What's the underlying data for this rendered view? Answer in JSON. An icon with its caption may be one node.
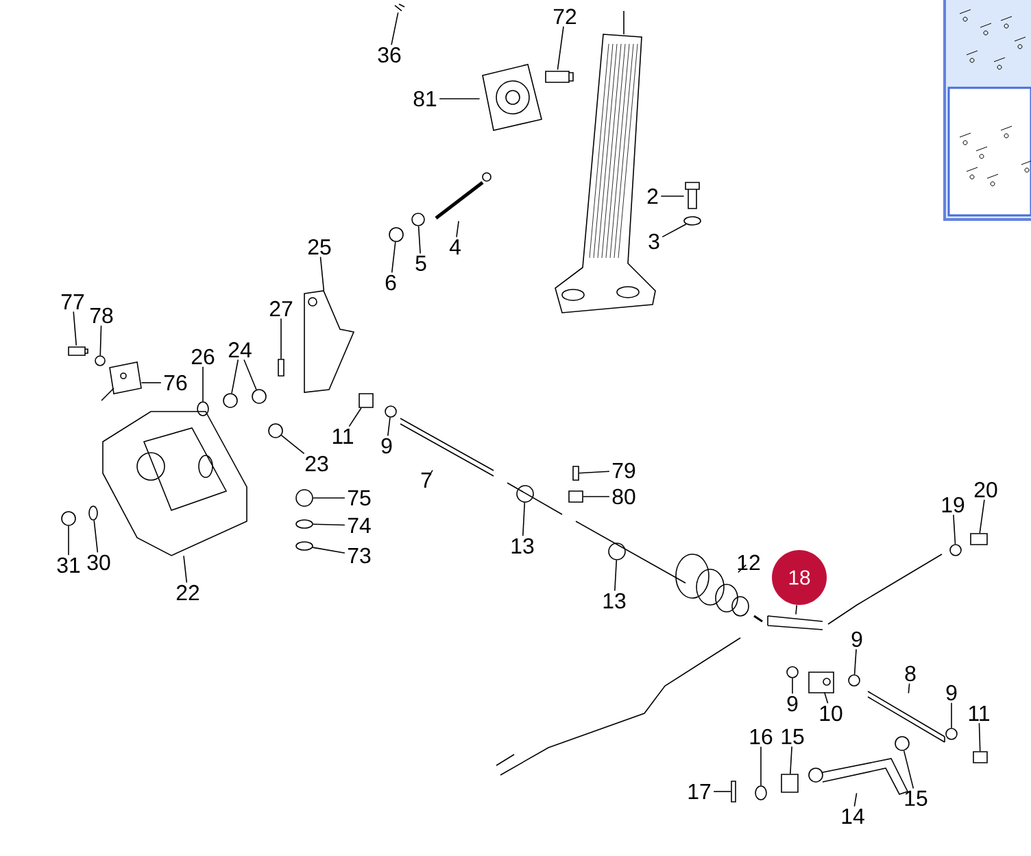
{
  "diagram": {
    "nodes": [
      {
        "text": [
          "72"
        ]
      },
      {
        "text": [
          "36"
        ]
      },
      {
        "text": [
          "81"
        ]
      },
      {
        "text": [
          "2"
        ]
      },
      {
        "text": [
          "3"
        ]
      },
      {
        "text": [
          "4"
        ]
      },
      {
        "text": [
          "25"
        ]
      },
      {
        "text": [
          "5"
        ]
      },
      {
        "text": [
          "6"
        ]
      },
      {
        "text": [
          "77"
        ]
      },
      {
        "text": [
          "27"
        ]
      },
      {
        "text": [
          "78"
        ]
      },
      {
        "text": [
          "24"
        ]
      },
      {
        "text": [
          "26"
        ]
      },
      {
        "text": [
          "76"
        ]
      },
      {
        "text": [
          "11"
        ]
      },
      {
        "text": [
          "9"
        ]
      },
      {
        "text": [
          "23"
        ]
      },
      {
        "text": [
          "79"
        ]
      },
      {
        "text": [
          "7"
        ]
      },
      {
        "text": [
          "20"
        ]
      },
      {
        "text": [
          "75"
        ]
      },
      {
        "text": [
          "80"
        ]
      },
      {
        "text": [
          "19"
        ]
      },
      {
        "text": [
          "74"
        ]
      },
      {
        "text": [
          "13"
        ]
      },
      {
        "text": [
          "73"
        ]
      },
      {
        "text": [
          "31"
        ]
      },
      {
        "text": [
          "30"
        ]
      },
      {
        "text": [
          "12"
        ]
      },
      {
        "text": [
          "18"
        ]
      },
      {
        "text": [
          "22"
        ]
      },
      {
        "text": [
          "13"
        ]
      },
      {
        "text": [
          "9"
        ]
      },
      {
        "text": [
          "8"
        ]
      },
      {
        "text": [
          "9"
        ]
      },
      {
        "text": [
          "9"
        ]
      },
      {
        "text": [
          "10"
        ]
      },
      {
        "text": [
          "11"
        ]
      },
      {
        "text": [
          "16"
        ]
      },
      {
        "text": [
          "15"
        ]
      },
      {
        "text": [
          "17"
        ]
      },
      {
        "text": [
          "15"
        ]
      },
      {
        "text": [
          "14"
        ]
      },
      {
        "text": [],
        "shape": "picture"
      },
      {
        "text": [],
        "shape": "picture"
      },
      {
        "text": [],
        "shape": "picture"
      },
      {
        "text": [],
        "shape": "picture"
      },
      {
        "text": [],
        "shape": "circle"
      },
      {
        "text": [],
        "shape": "picture"
      },
      {
        "text": [],
        "shape": "picture"
      },
      {
        "text": [],
        "shape": "circle"
      },
      {
        "text": [],
        "shape": "circle"
      },
      {
        "text": [],
        "shape": "picture"
      },
      {
        "text": [],
        "shape": "box"
      },
      {
        "text": [],
        "shape": "circle"
      },
      {
        "text": [],
        "shape": "circle"
      },
      {
        "text": [],
        "shape": "circle"
      },
      {
        "text": [],
        "shape": "circle"
      },
      {
        "text": [],
        "shape": "picture"
      },
      {
        "text": [],
        "shape": "box"
      },
      {
        "text": [],
        "shape": "circle"
      },
      {
        "text": [],
        "shape": "circle"
      },
      {
        "text": [],
        "shape": "box"
      },
      {
        "text": [],
        "shape": "picture"
      },
      {
        "text": [],
        "shape": "box"
      },
      {
        "text": [],
        "shape": "circle"
      },
      {
        "text": [],
        "shape": "box"
      },
      {
        "text": [],
        "shape": "circle"
      },
      {
        "text": [],
        "shape": "circle"
      },
      {
        "text": [],
        "shape": "circle"
      },
      {
        "text": [],
        "shape": "circle"
      },
      {
        "text": [],
        "shape": "circle"
      },
      {
        "text": [],
        "shape": "circle"
      },
      {
        "text": [],
        "shape": "picture"
      },
      {
        "text": [],
        "shape": "picture"
      },
      {
        "text": [],
        "shape": "picture"
      },
      {
        "text": [],
        "shape": "circle"
      },
      {
        "text": [],
        "shape": "circle"
      },
      {
        "text": [],
        "shape": "picture"
      },
      {
        "text": [],
        "shape": "circle"
      },
      {
        "text": [],
        "shape": "circle"
      },
      {
        "text": [],
        "shape": "picture"
      },
      {
        "text": [],
        "shape": "box"
      },
      {
        "text": [],
        "shape": "circle"
      },
      {
        "text": [],
        "shape": "box"
      },
      {
        "text": [],
        "shape": "box"
      },
      {
        "text": [],
        "shape": "circle"
      },
      {
        "text": [],
        "shape": "picture"
      }
    ],
    "edges": [
      {
        "from": 0,
        "to": 44,
        "arrow": "none"
      },
      {
        "from": 1,
        "to": 45,
        "arrow": "none"
      },
      {
        "from": 2,
        "to": 46,
        "arrow": "none"
      },
      {
        "from": 3,
        "to": 47,
        "arrow": "none"
      },
      {
        "from": 4,
        "to": 48,
        "arrow": "none"
      },
      {
        "from": 5,
        "to": 49,
        "arrow": "none"
      },
      {
        "from": 6,
        "to": 50,
        "arrow": "none"
      },
      {
        "from": 7,
        "to": 51,
        "arrow": "none"
      },
      {
        "from": 8,
        "to": 52,
        "arrow": "none"
      },
      {
        "from": 9,
        "to": 53,
        "arrow": "none"
      },
      {
        "from": 10,
        "to": 54,
        "arrow": "none"
      },
      {
        "from": 11,
        "to": 55,
        "arrow": "none"
      },
      {
        "from": 12,
        "to": 56,
        "arrow": "none"
      },
      {
        "from": 12,
        "to": 57,
        "arrow": "none"
      },
      {
        "from": 13,
        "to": 58,
        "arrow": "none"
      },
      {
        "from": 14,
        "to": 59,
        "arrow": "none"
      },
      {
        "from": 15,
        "to": 60,
        "arrow": "none"
      },
      {
        "from": 16,
        "to": 61,
        "arrow": "none"
      },
      {
        "from": 17,
        "to": 62,
        "arrow": "none"
      },
      {
        "from": 18,
        "to": 63,
        "arrow": "none"
      },
      {
        "from": 19,
        "to": 64,
        "arrow": "none"
      },
      {
        "from": 20,
        "to": 65,
        "arrow": "none"
      },
      {
        "from": 21,
        "to": 66,
        "arrow": "none"
      },
      {
        "from": 22,
        "to": 67,
        "arrow": "none"
      },
      {
        "from": 23,
        "to": 68,
        "arrow": "none"
      },
      {
        "from": 24,
        "to": 69,
        "arrow": "none"
      },
      {
        "from": 25,
        "to": 70,
        "arrow": "none"
      },
      {
        "from": 26,
        "to": 71,
        "arrow": "none"
      },
      {
        "from": 27,
        "to": 72,
        "arrow": "none"
      },
      {
        "from": 28,
        "to": 73,
        "arrow": "none"
      },
      {
        "from": 29,
        "to": 74,
        "arrow": "none"
      },
      {
        "from": 30,
        "to": 75,
        "arrow": "none"
      },
      {
        "from": 31,
        "to": 76,
        "arrow": "none"
      },
      {
        "from": 32,
        "to": 77,
        "arrow": "none"
      },
      {
        "from": 33,
        "to": 78,
        "arrow": "none"
      },
      {
        "from": 34,
        "to": 79,
        "arrow": "none"
      },
      {
        "from": 35,
        "to": 80,
        "arrow": "none"
      },
      {
        "from": 36,
        "to": 81,
        "arrow": "none"
      },
      {
        "from": 37,
        "to": 82,
        "arrow": "none"
      },
      {
        "from": 38,
        "to": 83,
        "arrow": "none"
      },
      {
        "from": 39,
        "to": 84,
        "arrow": "none"
      },
      {
        "from": 40,
        "to": 85,
        "arrow": "none"
      },
      {
        "from": 41,
        "to": 86,
        "arrow": "none"
      },
      {
        "from": 42,
        "to": 87,
        "arrow": "none"
      },
      {
        "from": 43,
        "to": 88,
        "arrow": "none"
      }
    ]
  }
}
